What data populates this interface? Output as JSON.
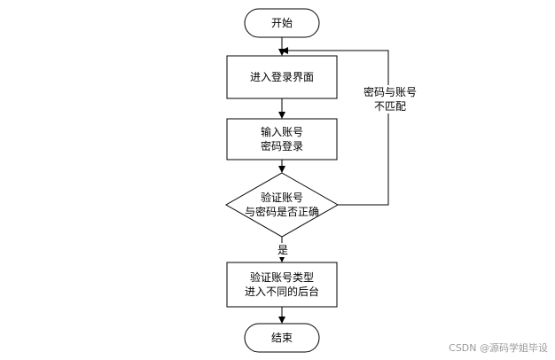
{
  "nodes": {
    "start": "开始",
    "login_page": "进入登录界面",
    "input": "输入账号\n密码登录",
    "verify": "验证账号\n与密码是否正确",
    "backend": "验证账号类型\n进入不同的后台",
    "end": "结束"
  },
  "edges": {
    "mismatch_label": "密码与账号\n不匹配",
    "yes_label": "是"
  },
  "watermark": "CSDN @源码学姐毕设",
  "colors": {
    "stroke": "#000000",
    "fill": "#ffffff",
    "watermark": "#9a9a9a"
  }
}
